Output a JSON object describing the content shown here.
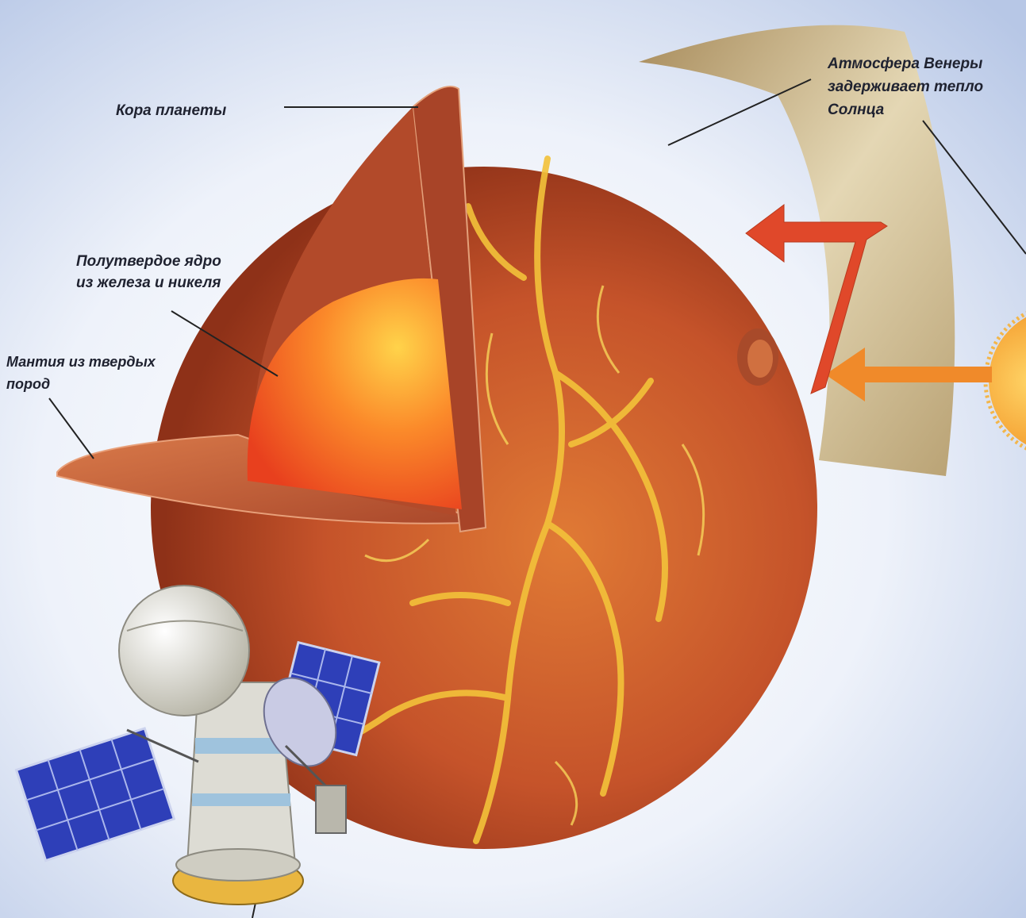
{
  "labels": {
    "crust": "Кора планеты",
    "atmosphere": [
      "Атмосфера Венеры",
      "задерживает тепло",
      "Солнца"
    ],
    "core": [
      "Полутвердое ядро",
      "из железа и никеля"
    ],
    "mantle": [
      "Мантия из твердых",
      "пород"
    ]
  },
  "icons": [
    "venus-planet-cutaway",
    "sun-icon",
    "spacecraft-icon",
    "heat-arrow-icon"
  ],
  "colors": {
    "sky_top": "#c9d6ee",
    "sky_center": "#f7f9fd",
    "planet": "#c5532a",
    "lava": "#f3c23a",
    "core": "#f05a26",
    "atmosphere": "#c9b48a",
    "arrow": "#e8562c",
    "sun": "#f6a623"
  }
}
